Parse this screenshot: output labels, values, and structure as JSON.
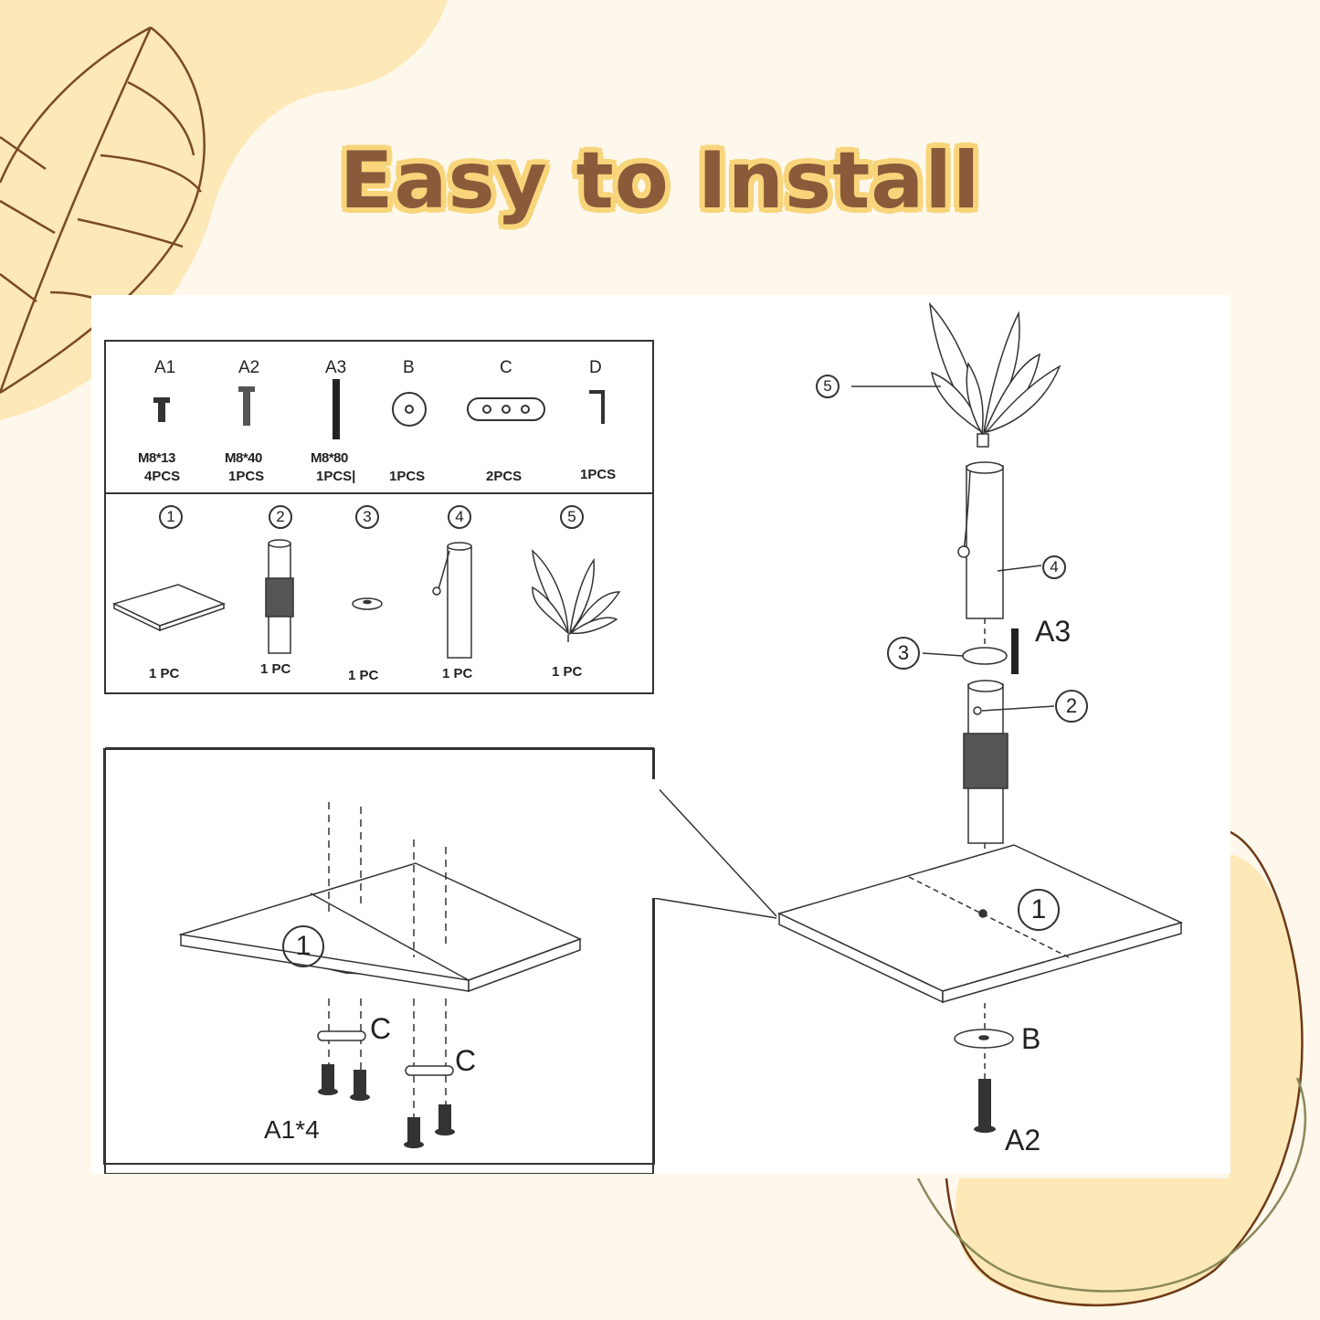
{
  "title": "Easy to Install",
  "colors": {
    "background": "#fef8ec",
    "blob": "#fde9b8",
    "leaf_line": "#7a4a26",
    "title_fill": "#8a5a3a",
    "title_outline": "#f8d57a"
  },
  "hardware": [
    {
      "code": "A1",
      "spec": "M8*13",
      "qty": "4PCS"
    },
    {
      "code": "A2",
      "spec": "M8*40",
      "qty": "1PCS"
    },
    {
      "code": "A3",
      "spec": "M8*80",
      "qty": "1PCS|"
    },
    {
      "code": "B",
      "spec": "",
      "qty": "1PCS"
    },
    {
      "code": "C",
      "spec": "",
      "qty": "2PCS"
    },
    {
      "code": "D",
      "spec": "",
      "qty": "1PCS"
    }
  ],
  "parts": [
    {
      "number": "1",
      "qty": "1 PC"
    },
    {
      "number": "2",
      "qty": "1 PC"
    },
    {
      "number": "3",
      "qty": "1 PC"
    },
    {
      "number": "4",
      "qty": "1 PC"
    },
    {
      "number": "5",
      "qty": "1 PC"
    }
  ],
  "detail": {
    "part": "1",
    "plate_label_1": "C",
    "plate_label_2": "C",
    "screws_label": "A1*4"
  },
  "assembly": {
    "leaves": "5",
    "tube": "4",
    "washer_part": "3",
    "bolt": "A3",
    "pole": "2",
    "base": "1",
    "washer": "B",
    "screw": "A2"
  }
}
